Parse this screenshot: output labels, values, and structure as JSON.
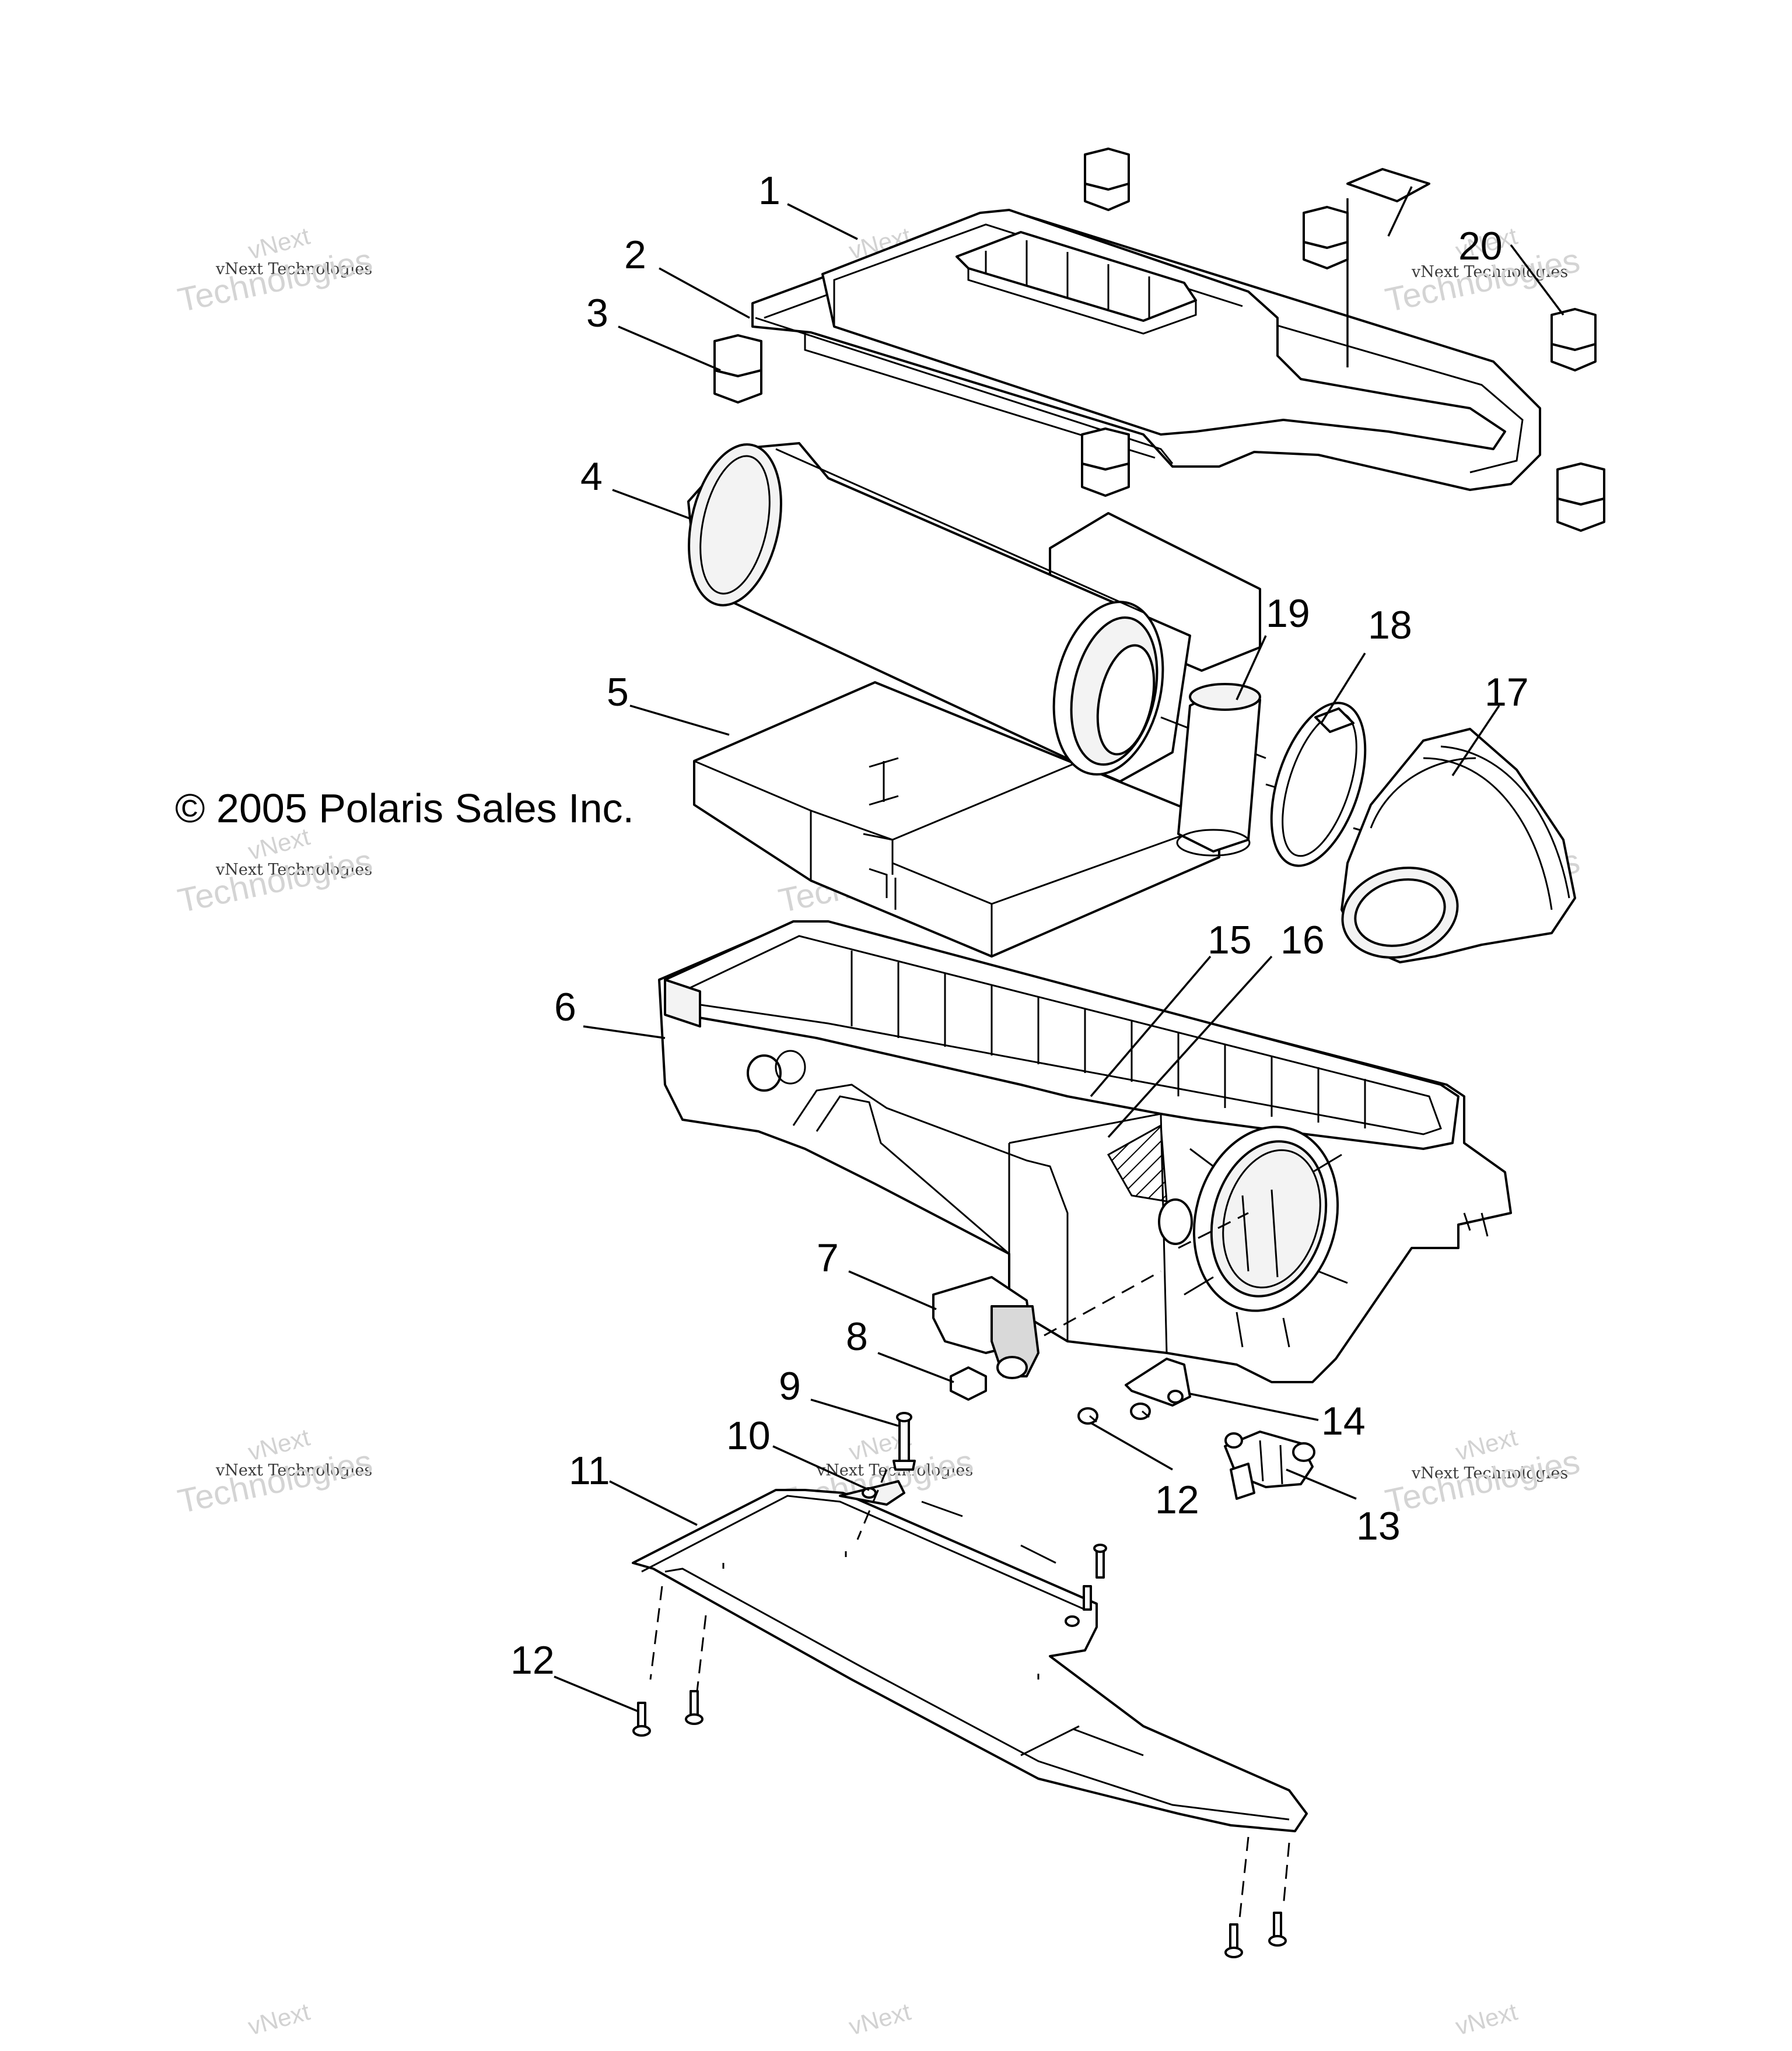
{
  "copyright": "© 2005 Polaris Sales Inc.",
  "watermark": {
    "line1": "vNext",
    "line2": "vNext Technologies",
    "line3": "Technologies"
  },
  "callouts": [
    {
      "id": "1",
      "label": "1"
    },
    {
      "id": "2",
      "label": "2"
    },
    {
      "id": "3",
      "label": "3"
    },
    {
      "id": "4",
      "label": "4"
    },
    {
      "id": "5",
      "label": "5"
    },
    {
      "id": "6",
      "label": "6"
    },
    {
      "id": "7",
      "label": "7"
    },
    {
      "id": "8",
      "label": "8"
    },
    {
      "id": "9",
      "label": "9"
    },
    {
      "id": "10",
      "label": "10"
    },
    {
      "id": "11",
      "label": "11"
    },
    {
      "id": "12a",
      "label": "12"
    },
    {
      "id": "12b",
      "label": "12"
    },
    {
      "id": "13",
      "label": "13"
    },
    {
      "id": "14",
      "label": "14"
    },
    {
      "id": "15",
      "label": "15"
    },
    {
      "id": "16",
      "label": "16"
    },
    {
      "id": "17",
      "label": "17"
    },
    {
      "id": "18",
      "label": "18"
    },
    {
      "id": "19",
      "label": "19"
    },
    {
      "id": "20",
      "label": "20"
    }
  ]
}
